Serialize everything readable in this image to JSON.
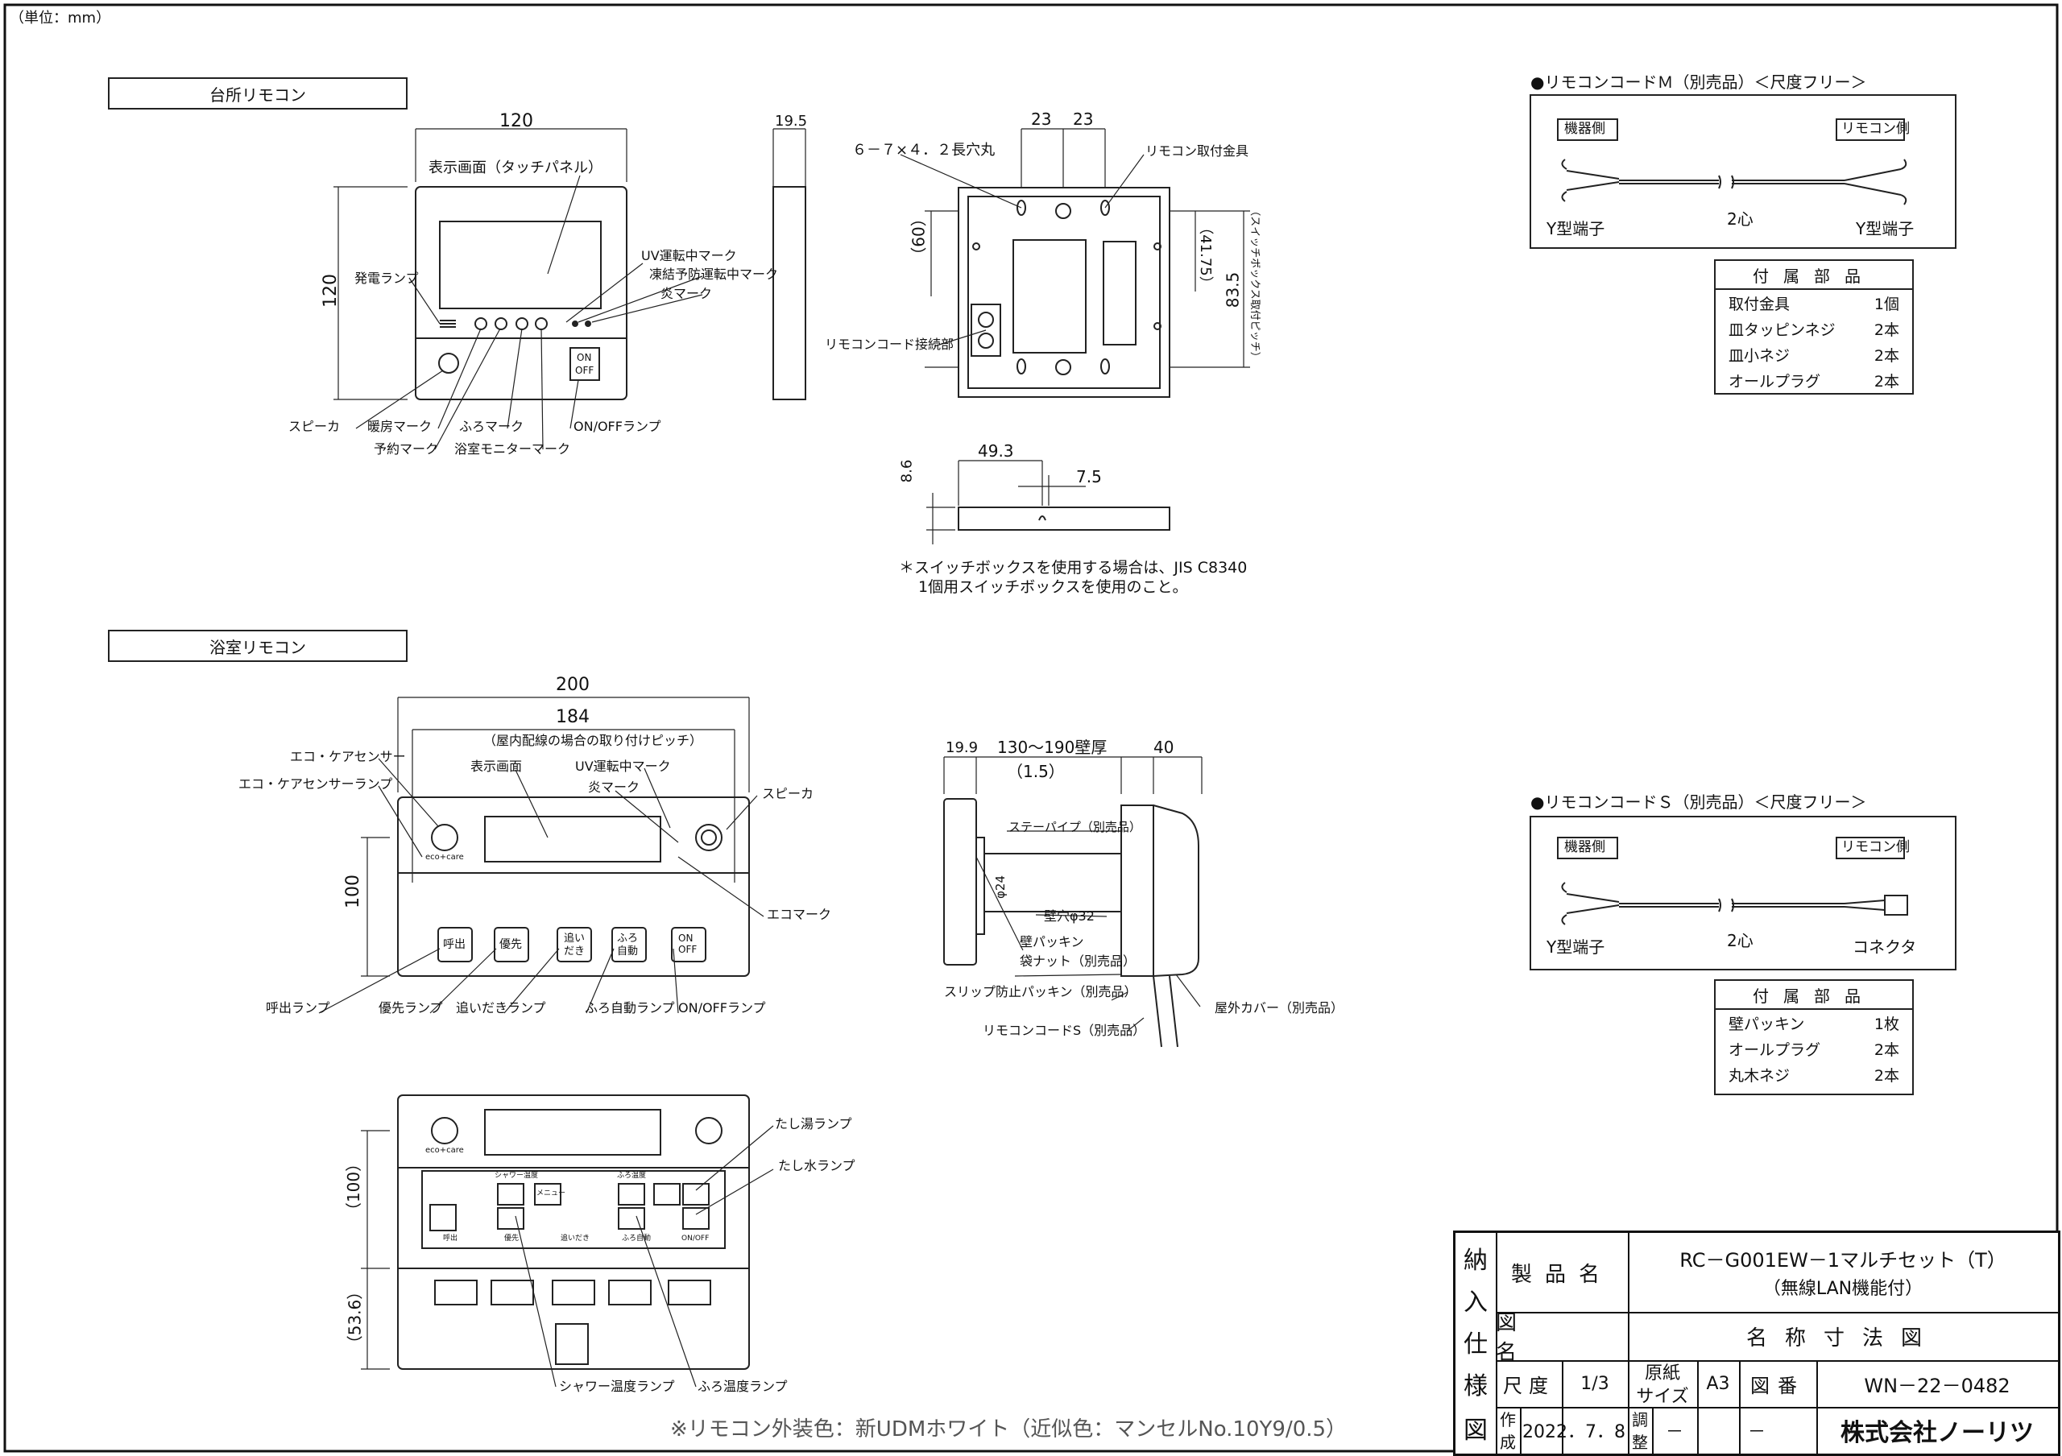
{
  "unit_label": "（単位：mm）",
  "kitchen": {
    "title": "台所リモコン",
    "dim_width": "120",
    "dim_height": "120",
    "dim_depth": "19.5",
    "labels": {
      "display": "表示画面（タッチパネル）",
      "uv": "UV運転中マーク",
      "freeze": "凍結予防運転中マーク",
      "flame": "炎マーク",
      "power_lamp": "発電ランプ",
      "speaker": "スピーカ",
      "heating": "暖房マーク",
      "timer": "予約マーク",
      "bath": "ふろマーク",
      "monitor": "浴室モニターマーク",
      "onoff": "ON/OFFランプ"
    },
    "button_on": "ON",
    "button_off": "OFF"
  },
  "bracket": {
    "slot": "６－７×４．２長穴丸",
    "dim_23a": "23",
    "dim_23b": "23",
    "mount_label": "リモコン取付金具",
    "dim_60": "（60）",
    "dim_4175": "（41.75）",
    "dim_835": "83.5",
    "switchbox_pitch": "（スイッチボックス取付ピッチ）",
    "cord_terminal": "リモコンコード接続部",
    "dim_493": "49.3",
    "dim_75": "7.5",
    "dim_86": "8.6",
    "note_line1": "＊スイッチボックスを使用する場合は、JIS C8340",
    "note_line2": "1個用スイッチボックスを使用のこと。"
  },
  "cord_m": {
    "title": "●リモコンコードＭ（別売品）＜尺度フリー＞",
    "device_side": "機器側",
    "remote_side": "リモコン側",
    "left_terminal": "Y型端子",
    "cores": "2心",
    "right_terminal": "Y型端子",
    "accessories_header": "付属部品",
    "accessories": [
      {
        "name": "取付金具",
        "qty": "1個"
      },
      {
        "name": "皿タッピンネジ",
        "qty": "2本"
      },
      {
        "name": "皿小ネジ",
        "qty": "2本"
      },
      {
        "name": "オールプラグ",
        "qty": "2本"
      }
    ]
  },
  "cord_s": {
    "title": "●リモコンコードＳ（別売品）＜尺度フリー＞",
    "device_side": "機器側",
    "remote_side": "リモコン側",
    "left_terminal": "Y型端子",
    "cores": "2心",
    "right_terminal": "コネクタ",
    "accessories_header": "付属部品",
    "accessories": [
      {
        "name": "壁パッキン",
        "qty": "1枚"
      },
      {
        "name": "オールプラグ",
        "qty": "2本"
      },
      {
        "name": "丸木ネジ",
        "qty": "2本"
      }
    ]
  },
  "bath": {
    "title": "浴室リモコン",
    "dim_200": "200",
    "dim_184": "184",
    "pitch_note": "（屋内配線の場合の取り付けピッチ）",
    "dim_100": "100",
    "labels": {
      "eco_sensor": "エコ・ケアセンサー",
      "eco_sensor_lamp": "エコ・ケアセンサーランプ",
      "display": "表示画面",
      "uv": "UV運転中マーク",
      "flame": "炎マーク",
      "speaker": "スピーカ",
      "eco_mark": "エコマーク",
      "call_lamp": "呼出ランプ",
      "priority_lamp": "優先ランプ",
      "reheat_lamp": "追いだきランプ",
      "auto_lamp": "ふろ自動ランプ",
      "onoff_lamp": "ON/OFFランプ",
      "add_hot_lamp": "たし湯ランプ",
      "add_water_lamp": "たし水ランプ",
      "shower_lamp": "シャワー温度ランプ",
      "bath_temp_lamp": "ふろ温度ランプ"
    },
    "buttons": [
      "呼出",
      "優先",
      "追い\nだき",
      "ふろ\n自動",
      "ON\nOFF"
    ],
    "eco_logo": "eco+care",
    "dim_100p": "（100）",
    "dim_536": "（53.6）",
    "open_labels": {
      "shower": "シャワー温度",
      "bath": "ふろ温度",
      "menu": "メニュー",
      "call": "呼出",
      "priority": "優先",
      "reheat": "追いだき",
      "auto": "ふろ自動",
      "onoff": "ON/OFF"
    }
  },
  "section": {
    "dim_199": "19.9",
    "wall": "130～190壁厚",
    "dim_40": "40",
    "dim_15": "（1.5）",
    "stay_pipe": "ステーパイプ（別売品）",
    "dia24": "φ24",
    "wall_hole": "壁穴φ32",
    "wall_packing": "壁パッキン",
    "bag_nut": "袋ナット（別売品）",
    "slip_packing": "スリップ防止パッキン（別売品）",
    "outdoor_cover": "屋外カバー（別売品）",
    "cord_s": "リモコンコードS（別売品）"
  },
  "color_note": "※リモコン外装色：新UDMホワイト（近似色：マンセルNo.10Y9/0.5）",
  "titleblock": {
    "vertical": [
      "納",
      "入",
      "仕",
      "様",
      "図"
    ],
    "product_label": "製品名",
    "product_name_1": "RC－G001EW－1マルチセット（T）",
    "product_name_2": "（無線LAN機能付）",
    "drawing_label": "図名",
    "drawing_name": "名称寸法図",
    "scale_label": "尺度",
    "scale": "1/3",
    "paper_label_1": "原紙",
    "paper_label_2": "サイズ",
    "paper": "A3",
    "number_label": "図番",
    "number": "WN－22－0482",
    "made_label_1": "作",
    "made_label_2": "成",
    "date": "2022．7．8",
    "adjust_label_1": "調",
    "adjust_label_2": "整",
    "dash1": "－",
    "dash2": "－",
    "company": "株式会社ノーリツ"
  }
}
